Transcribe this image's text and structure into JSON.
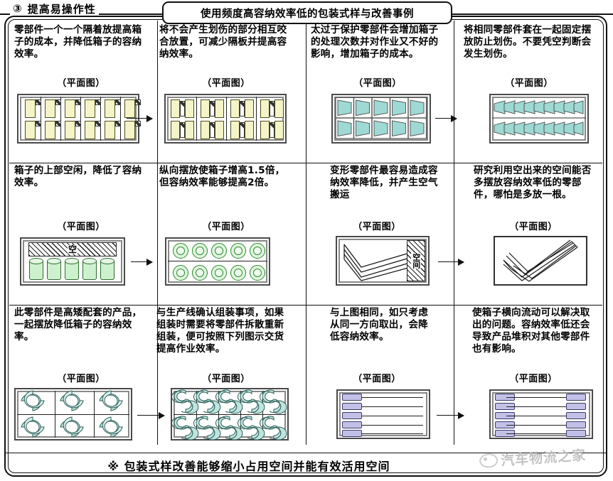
{
  "header": {
    "number": "③",
    "section_title": "提高易操作性",
    "main_title": "使用频度高容纳效率低的包装式样与改善事例"
  },
  "plan_label": "（平面图）",
  "labels": {
    "empty": "空",
    "empty_space": "空间"
  },
  "cells": [
    {
      "id": "r1c1",
      "text": "零部件一个一个隔着放提高箱子的成本，并降低箱子的容纳效率。",
      "diagram": "yellow-parts-divided",
      "plan_label": "（平面图）"
    },
    {
      "id": "r1c2",
      "text": "将不会产生划伤的部分相互咬合放置，可减少隔板并提高容纳效率。",
      "diagram": "yellow-parts-interlocked",
      "plan_label": "（平面图）"
    },
    {
      "id": "r1c3",
      "text": "太过于保护零部件会增加箱子的处理次数并对作业又不好的影响，增加箱子的成本。",
      "diagram": "teal-trapezoids-divided",
      "plan_label": "（平面图）"
    },
    {
      "id": "r1c4",
      "text": "将相同零部件套在一起固定摆放防止划伤。不要凭空判断会发生划伤。",
      "diagram": "teal-trapezoids-nested",
      "plan_label": "（平面图）"
    },
    {
      "id": "r2c1",
      "text": "箱子的上部空闲，降低了容纳效率。",
      "diagram": "green-cylinders-standing",
      "plan_label": "（平面图）"
    },
    {
      "id": "r2c2",
      "text": "纵向摆放使箱子增高1.5倍，但容纳效率能够提高2倍。",
      "diagram": "green-rings-grid",
      "plan_label": "（平面图）"
    },
    {
      "id": "r2c3",
      "text": "变形零部件最容易造成容纳效率降低，并产生空气搬运",
      "diagram": "bent-parts-aligned",
      "plan_label": "（平面图）"
    },
    {
      "id": "r2c4",
      "text": "研究利用空出来的空间能否多摆放容纳效率低的零部件，哪怕是多放一根。",
      "diagram": "bent-parts-interleaved",
      "plan_label": "（平面图）"
    },
    {
      "id": "r3c1",
      "text": "此零部件是高矮配套的产品，一起摆放降低箱子的容纳效率。",
      "diagram": "c-rings-paired",
      "plan_label": "（平面图）"
    },
    {
      "id": "r3c2",
      "text": "与生产线确认组装事项，如果组装时需要将零部件拆散重新组装，便可按照下列图示交货提高作业效率。",
      "diagram": "s-rings-nested",
      "plan_label": "（平面图）"
    },
    {
      "id": "r3c3",
      "text": "与上图相同，如只考虑从同一方向取出，会降低容纳效率。",
      "diagram": "purple-rods-one-side",
      "plan_label": "（平面图）"
    },
    {
      "id": "r3c4",
      "text": "使箱子横向流动可以解决取出的问题。容纳效率低还会导致产品堆积对其他零部件也有影响。",
      "diagram": "purple-rods-two-sides",
      "plan_label": "（平面图）"
    }
  ],
  "footer": {
    "note": "※ 包装式样改善能够缩小占用空间并能有效活用空间",
    "watermark": "汽车物流之家"
  },
  "colors": {
    "yellow_part": "#f4f4c8",
    "teal_part": "#9fd9d4",
    "green_part": "#cdf0cd",
    "purple_part": "#c3c0e8",
    "frame": "#111111"
  }
}
